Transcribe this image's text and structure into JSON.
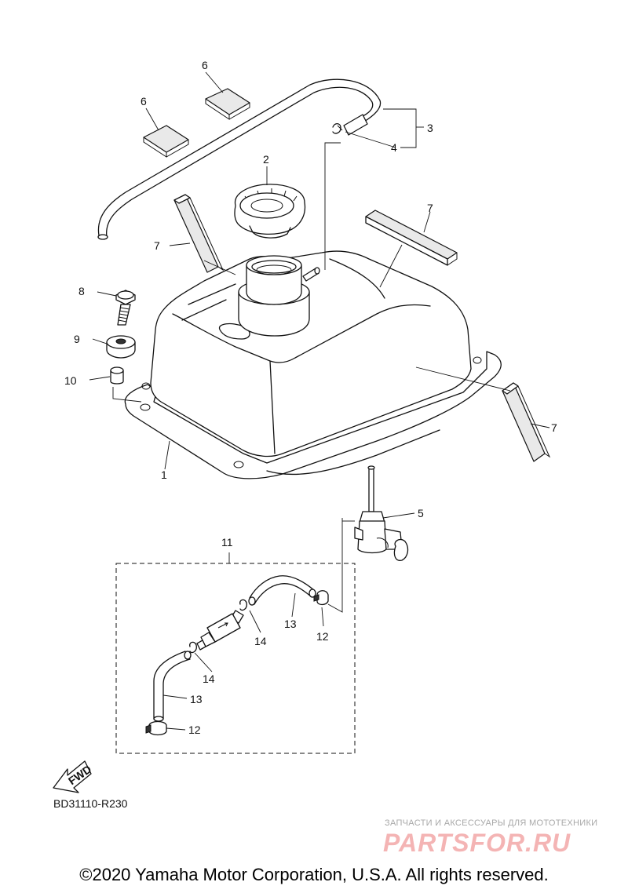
{
  "callouts": {
    "c1": "1",
    "c2": "2",
    "c3": "3",
    "c4": "4",
    "c5": "5",
    "c6a": "6",
    "c6b": "6",
    "c7a": "7",
    "c7b": "7",
    "c7c": "7",
    "c8": "8",
    "c9": "9",
    "c10": "10",
    "c11": "11",
    "c12a": "12",
    "c12b": "12",
    "c13a": "13",
    "c13b": "13",
    "c14a": "14",
    "c14b": "14"
  },
  "fwd_label": "FWD",
  "reference_code": "BD31110-R230",
  "watermark": {
    "tagline": "ЗАПЧАСТИ И АКСЕССУАРЫ ДЛЯ МОТОТЕХНИКИ",
    "logo": "PARTSFOR.RU"
  },
  "copyright": "©2020 Yamaha Motor Corporation, U.S.A. All rights reserved.",
  "colors": {
    "line": "#111111",
    "watermark_logo": "#f4b4b4",
    "watermark_text": "#a8a8a8"
  }
}
